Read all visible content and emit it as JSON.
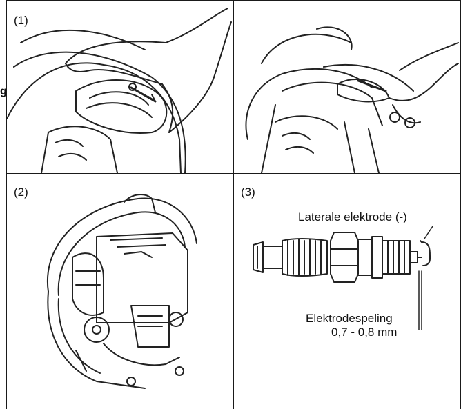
{
  "panels": [
    {
      "label": "(1)"
    },
    {
      "label": "(2)"
    },
    {
      "label": "(3)"
    }
  ],
  "spark_plug": {
    "side_electrode_label": "Laterale elektrode (-)",
    "gap_label": "Elektrodespeling",
    "gap_value": "0,7 - 0,8 mm"
  },
  "left_edge_text": "g"
}
